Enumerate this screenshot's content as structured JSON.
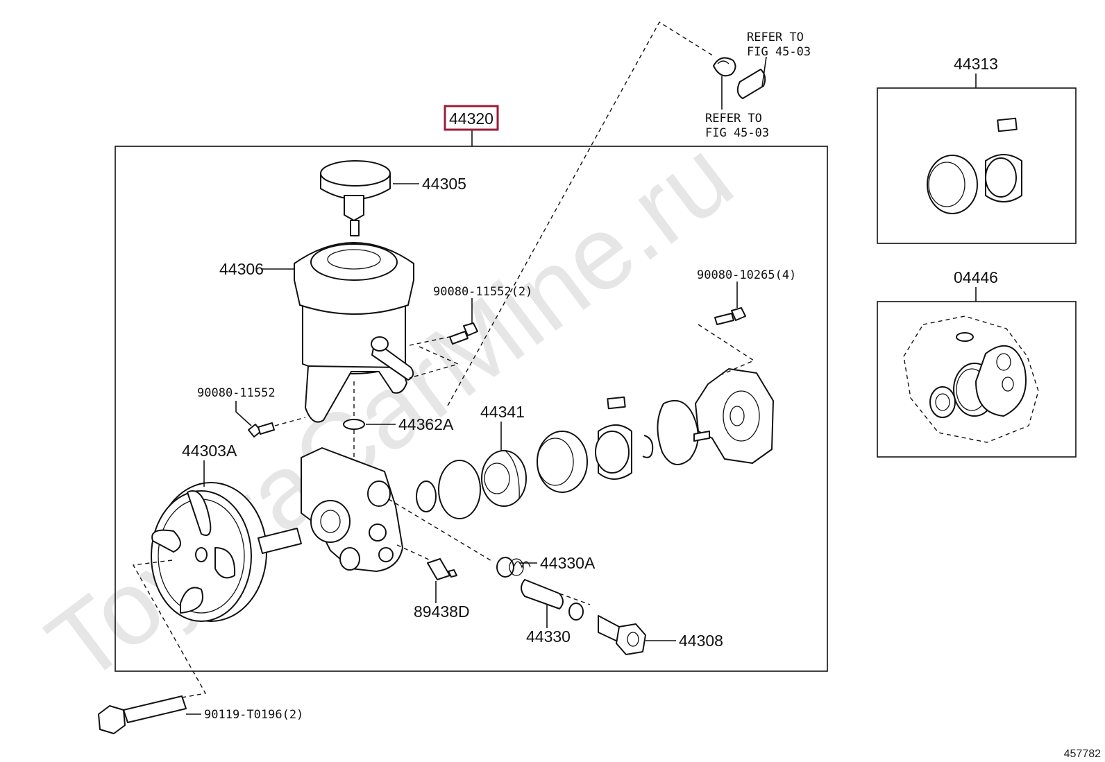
{
  "watermark": "ToyotaCarMine.ru",
  "figure_id": "457782",
  "main_assembly": {
    "part_number": "44320",
    "highlight_color": "#9b1b3a"
  },
  "refs": [
    {
      "line1": "REFER TO",
      "line2": "FIG 45-03"
    },
    {
      "line1": "REFER TO",
      "line2": "FIG 45-03"
    }
  ],
  "parts": {
    "p44305": "44305",
    "p44306": "44306",
    "p90080_11552_2": "90080-11552(2)",
    "p90080_10265_4": "90080-10265(4)",
    "p90080_11552": "90080-11552",
    "p44362A": "44362A",
    "p44341": "44341",
    "p44303A": "44303A",
    "p44330A": "44330A",
    "p89438D": "89438D",
    "p44330": "44330",
    "p44308": "44308",
    "p90119_T0196_2": "90119-T0196(2)"
  },
  "kits": [
    {
      "part_number": "44313"
    },
    {
      "part_number": "04446"
    }
  ]
}
